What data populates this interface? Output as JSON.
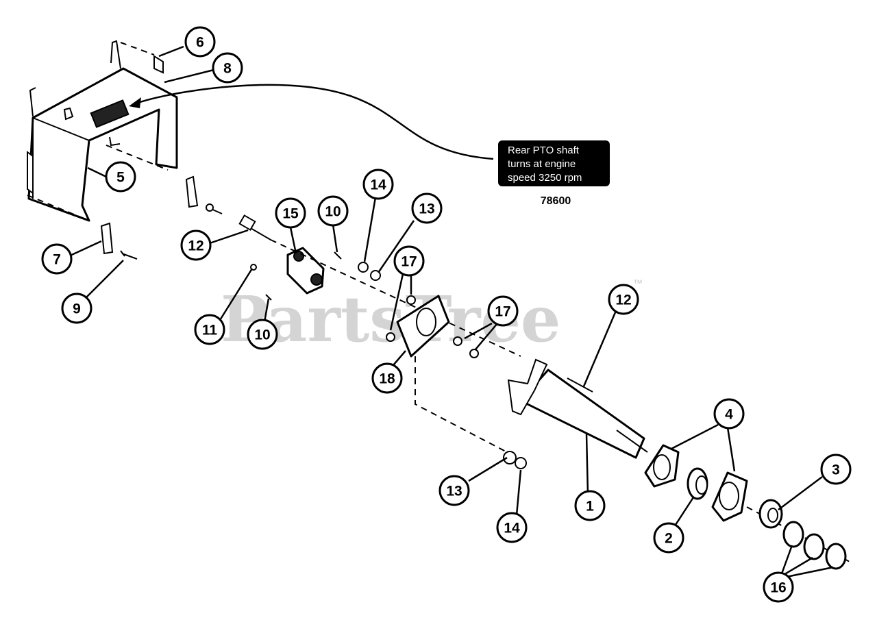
{
  "watermark": {
    "text": "PartsTree",
    "trademark": "™"
  },
  "decal": {
    "lines": [
      "Rear PTO shaft",
      "turns at engine",
      "speed 3250 rpm"
    ],
    "part_number": "78600"
  },
  "callouts": [
    "6",
    "8",
    "5",
    "7",
    "9",
    "12",
    "15",
    "10",
    "11",
    "10",
    "14",
    "13",
    "17",
    "18",
    "17",
    "12",
    "4",
    "1",
    "13",
    "14",
    "2",
    "3",
    "16"
  ]
}
